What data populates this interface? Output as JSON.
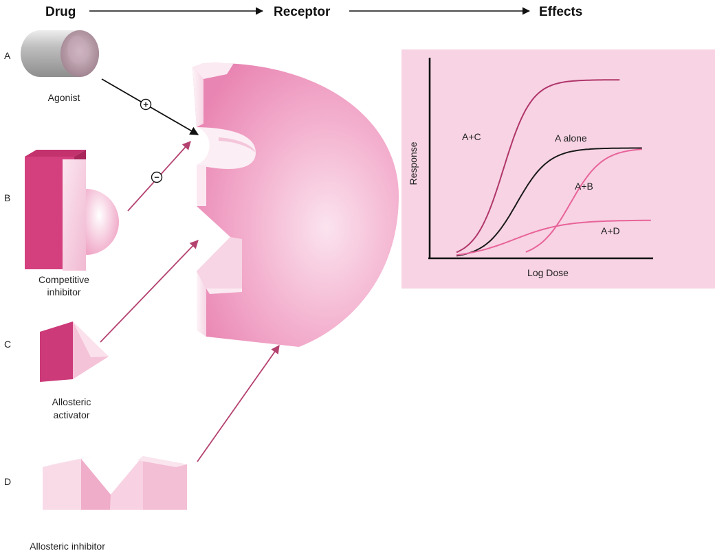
{
  "header": {
    "drug": "Drug",
    "receptor": "Receptor",
    "effects": "Effects"
  },
  "drugs": [
    {
      "letter": "A",
      "label_lines": [
        "Agonist"
      ],
      "sign": "+"
    },
    {
      "letter": "B",
      "label_lines": [
        "Competitive",
        "inhibitor"
      ],
      "sign": "−"
    },
    {
      "letter": "C",
      "label_lines": [
        "Allosteric",
        "activator"
      ]
    },
    {
      "letter": "D",
      "label_lines": [
        "Allosteric inhibitor"
      ]
    }
  ],
  "colors": {
    "magenta": "#d4407e",
    "pink_light": "#f4c3d7",
    "panel_bg": "#f7d3e3",
    "curve_pink": "#e8639a",
    "curve_dark": "#1a1a1a",
    "curve_plum": "#b0356a"
  },
  "chart_data": {
    "type": "line",
    "xlabel": "Log Dose",
    "ylabel": "Response",
    "xlim": [
      0,
      10
    ],
    "ylim": [
      0,
      10
    ],
    "grid": false,
    "series": [
      {
        "name": "A+C",
        "color": "#b0356a",
        "x0": 3.3,
        "k": 1.6,
        "max": 8.9,
        "start": 1.2,
        "end": 8.5
      },
      {
        "name": "A alone",
        "color": "#1a1a1a",
        "x0": 3.9,
        "k": 1.4,
        "max": 5.5,
        "start": 1.2,
        "end": 9.5
      },
      {
        "name": "A+B",
        "color": "#e8639a",
        "x0": 6.3,
        "k": 1.4,
        "max": 5.5,
        "start": 4.3,
        "end": 9.5
      },
      {
        "name": "A+D",
        "color": "#e8639a",
        "x0": 3.8,
        "k": 0.9,
        "max": 1.9,
        "start": 1.2,
        "end": 9.9
      }
    ]
  }
}
